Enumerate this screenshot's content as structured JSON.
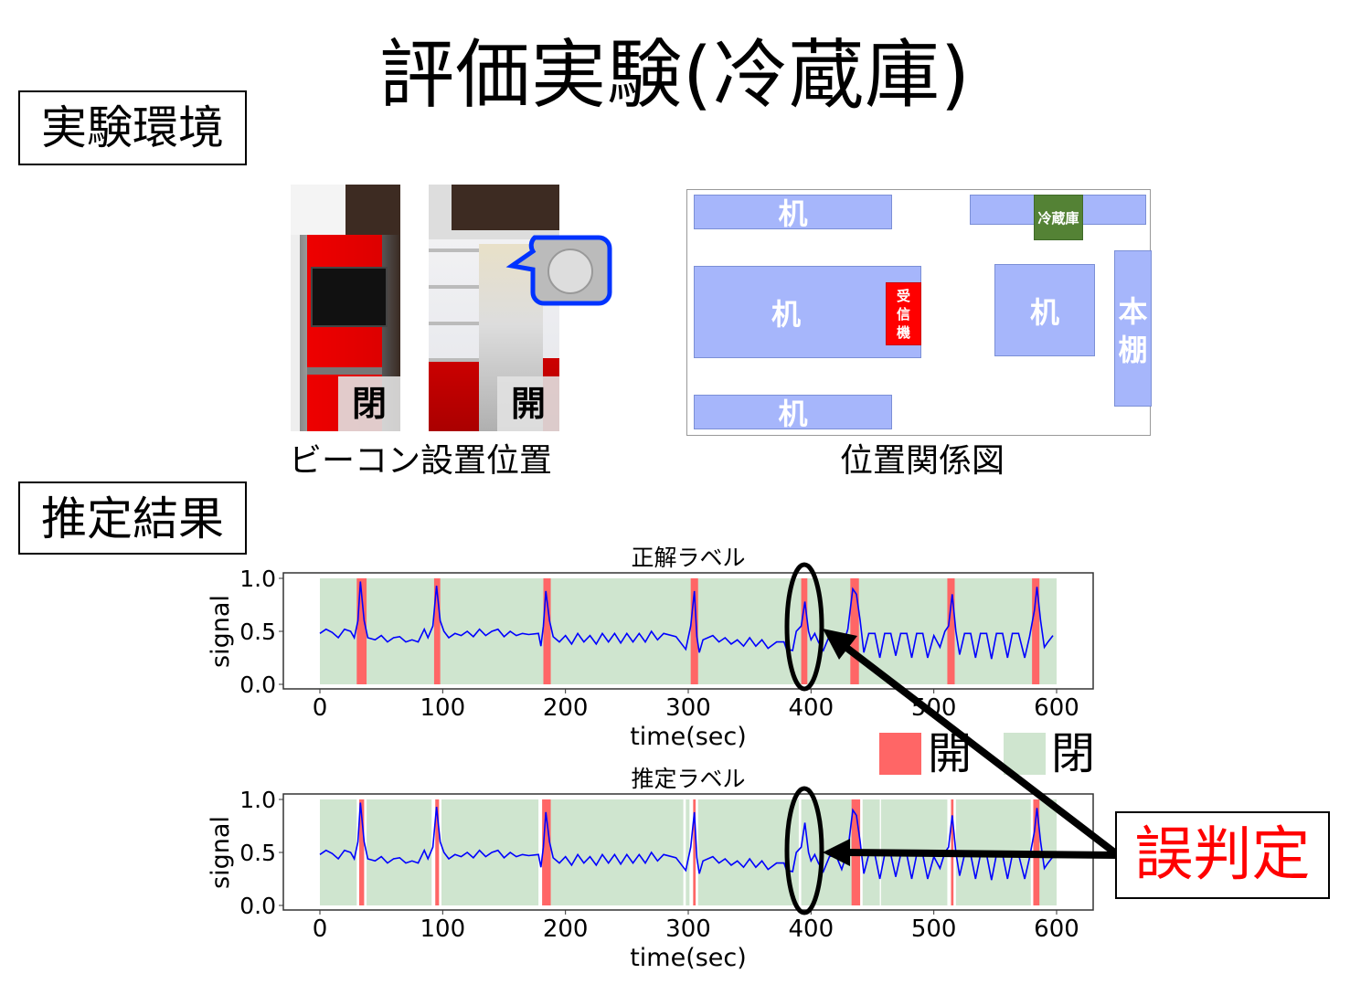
{
  "slide": {
    "title": "評価実験(冷蔵庫)",
    "section_env": "実験環境",
    "section_result": "推定結果",
    "photo_closed_label": "閉",
    "photo_open_label": "開",
    "photo_caption": "ビーコン設置位置",
    "plan_caption": "位置関係図",
    "plan": {
      "desk": "机",
      "fridge": "冷蔵庫",
      "receiver": [
        "受",
        "信",
        "機"
      ],
      "bookshelf": [
        "本",
        "棚"
      ]
    },
    "legend": {
      "open": "開",
      "closed": "閉"
    },
    "error_label": "誤判定",
    "colors": {
      "open": "#ff6666",
      "closed": "#cfe5cf",
      "signal": "#0000ff",
      "error": "#ff0000",
      "callout": "#0033ff"
    }
  },
  "chart_data": [
    {
      "type": "line",
      "title": "正解ラベル",
      "xlabel": "time(sec)",
      "ylabel": "signal",
      "xlim": [
        0,
        600
      ],
      "ylim": [
        0.0,
        1.0
      ],
      "xticks": [
        "0",
        "100",
        "200",
        "300",
        "400",
        "500",
        "600"
      ],
      "yticks": [
        "0.0",
        "0.5",
        "1.0"
      ],
      "closed_span": [
        0,
        600
      ],
      "open_intervals": [
        [
          30,
          38
        ],
        [
          93,
          98
        ],
        [
          182,
          188
        ],
        [
          302,
          308
        ],
        [
          392,
          397
        ],
        [
          432,
          439
        ],
        [
          511,
          517
        ],
        [
          580,
          586
        ]
      ]
    },
    {
      "type": "line",
      "title": "推定ラベル",
      "xlabel": "time(sec)",
      "ylabel": "signal",
      "xlim": [
        0,
        600
      ],
      "ylim": [
        0.0,
        1.0
      ],
      "xticks": [
        "0",
        "100",
        "200",
        "300",
        "400",
        "500",
        "600"
      ],
      "yticks": [
        "0.0",
        "0.5",
        "1.0"
      ],
      "closed_span": [
        0,
        600
      ],
      "gaps": [
        [
          30,
          32
        ],
        [
          36,
          38
        ],
        [
          91,
          94
        ],
        [
          97,
          99
        ],
        [
          178,
          181
        ],
        [
          296,
          298
        ],
        [
          301,
          304
        ],
        [
          306,
          308
        ],
        [
          390,
          392
        ],
        [
          440,
          442
        ],
        [
          456,
          457
        ],
        [
          511,
          514
        ],
        [
          516,
          518
        ],
        [
          579,
          581
        ]
      ],
      "open_intervals": [
        [
          32,
          36
        ],
        [
          94,
          97
        ],
        [
          181,
          188
        ],
        [
          304,
          306
        ],
        [
          433,
          440
        ],
        [
          514,
          516
        ],
        [
          581,
          586
        ]
      ]
    }
  ],
  "signal": [
    [
      0,
      0.48
    ],
    [
      5,
      0.52
    ],
    [
      10,
      0.49
    ],
    [
      15,
      0.44
    ],
    [
      20,
      0.52
    ],
    [
      25,
      0.5
    ],
    [
      28,
      0.44
    ],
    [
      31,
      0.6
    ],
    [
      33,
      0.97
    ],
    [
      36,
      0.6
    ],
    [
      39,
      0.44
    ],
    [
      45,
      0.42
    ],
    [
      50,
      0.46
    ],
    [
      55,
      0.4
    ],
    [
      60,
      0.44
    ],
    [
      65,
      0.45
    ],
    [
      70,
      0.4
    ],
    [
      75,
      0.42
    ],
    [
      80,
      0.4
    ],
    [
      85,
      0.52
    ],
    [
      88,
      0.44
    ],
    [
      92,
      0.55
    ],
    [
      95,
      0.93
    ],
    [
      98,
      0.6
    ],
    [
      101,
      0.5
    ],
    [
      105,
      0.44
    ],
    [
      110,
      0.48
    ],
    [
      115,
      0.46
    ],
    [
      120,
      0.5
    ],
    [
      125,
      0.45
    ],
    [
      130,
      0.52
    ],
    [
      135,
      0.46
    ],
    [
      140,
      0.5
    ],
    [
      145,
      0.52
    ],
    [
      150,
      0.45
    ],
    [
      155,
      0.5
    ],
    [
      160,
      0.46
    ],
    [
      165,
      0.48
    ],
    [
      170,
      0.47
    ],
    [
      178,
      0.48
    ],
    [
      180,
      0.36
    ],
    [
      182,
      0.55
    ],
    [
      184,
      0.88
    ],
    [
      187,
      0.6
    ],
    [
      190,
      0.45
    ],
    [
      195,
      0.4
    ],
    [
      200,
      0.46
    ],
    [
      205,
      0.38
    ],
    [
      210,
      0.48
    ],
    [
      215,
      0.4
    ],
    [
      220,
      0.46
    ],
    [
      225,
      0.38
    ],
    [
      230,
      0.48
    ],
    [
      235,
      0.4
    ],
    [
      240,
      0.48
    ],
    [
      245,
      0.39
    ],
    [
      250,
      0.48
    ],
    [
      255,
      0.4
    ],
    [
      260,
      0.48
    ],
    [
      265,
      0.4
    ],
    [
      270,
      0.5
    ],
    [
      275,
      0.42
    ],
    [
      280,
      0.48
    ],
    [
      290,
      0.45
    ],
    [
      298,
      0.33
    ],
    [
      302,
      0.55
    ],
    [
      305,
      0.88
    ],
    [
      307,
      0.45
    ],
    [
      309,
      0.3
    ],
    [
      312,
      0.42
    ],
    [
      320,
      0.46
    ],
    [
      325,
      0.4
    ],
    [
      330,
      0.44
    ],
    [
      335,
      0.38
    ],
    [
      340,
      0.42
    ],
    [
      345,
      0.36
    ],
    [
      350,
      0.44
    ],
    [
      355,
      0.36
    ],
    [
      360,
      0.42
    ],
    [
      365,
      0.34
    ],
    [
      372,
      0.4
    ],
    [
      378,
      0.4
    ],
    [
      380,
      0.33
    ],
    [
      385,
      0.32
    ],
    [
      388,
      0.5
    ],
    [
      392,
      0.55
    ],
    [
      395,
      0.78
    ],
    [
      398,
      0.5
    ],
    [
      400,
      0.42
    ],
    [
      403,
      0.48
    ],
    [
      406,
      0.4
    ],
    [
      410,
      0.32
    ],
    [
      415,
      0.46
    ],
    [
      420,
      0.48
    ],
    [
      425,
      0.34
    ],
    [
      430,
      0.52
    ],
    [
      434,
      0.9
    ],
    [
      437,
      0.85
    ],
    [
      440,
      0.6
    ],
    [
      443,
      0.3
    ],
    [
      447,
      0.48
    ],
    [
      452,
      0.48
    ],
    [
      456,
      0.25
    ],
    [
      460,
      0.48
    ],
    [
      465,
      0.48
    ],
    [
      469,
      0.27
    ],
    [
      473,
      0.48
    ],
    [
      478,
      0.48
    ],
    [
      482,
      0.25
    ],
    [
      486,
      0.48
    ],
    [
      491,
      0.48
    ],
    [
      495,
      0.25
    ],
    [
      500,
      0.46
    ],
    [
      505,
      0.35
    ],
    [
      509,
      0.5
    ],
    [
      512,
      0.55
    ],
    [
      515,
      0.85
    ],
    [
      518,
      0.5
    ],
    [
      521,
      0.28
    ],
    [
      525,
      0.48
    ],
    [
      530,
      0.48
    ],
    [
      534,
      0.25
    ],
    [
      538,
      0.48
    ],
    [
      543,
      0.48
    ],
    [
      547,
      0.24
    ],
    [
      551,
      0.48
    ],
    [
      556,
      0.48
    ],
    [
      560,
      0.25
    ],
    [
      564,
      0.48
    ],
    [
      569,
      0.48
    ],
    [
      574,
      0.25
    ],
    [
      578,
      0.45
    ],
    [
      582,
      0.7
    ],
    [
      584,
      0.92
    ],
    [
      587,
      0.6
    ],
    [
      590,
      0.35
    ],
    [
      593,
      0.4
    ],
    [
      597,
      0.46
    ]
  ]
}
